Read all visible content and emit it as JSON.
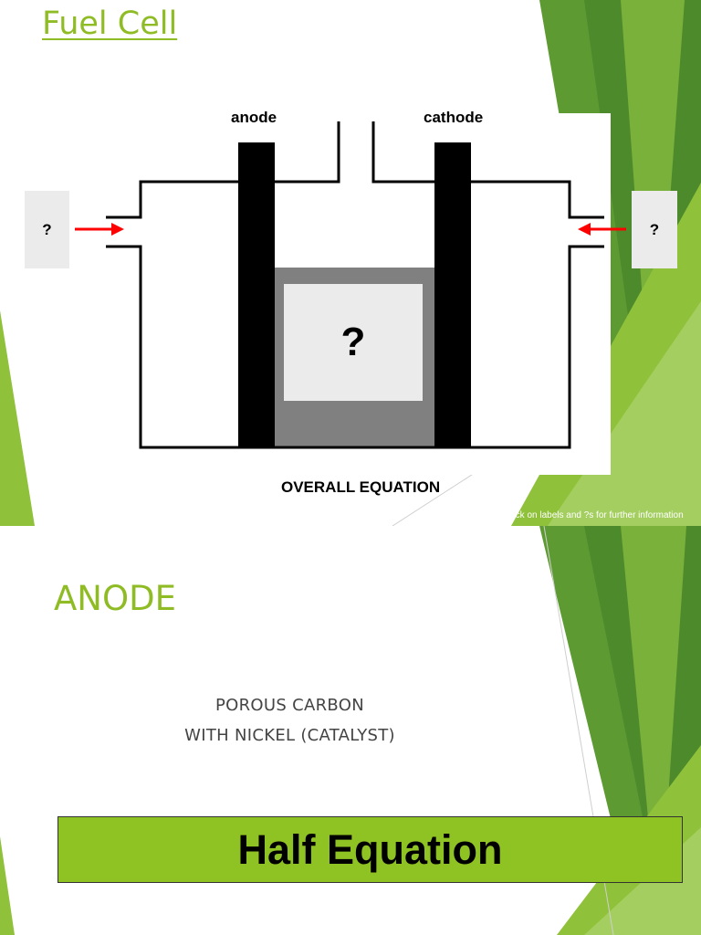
{
  "slide1": {
    "title": "Fuel Cell",
    "labels": {
      "anode": "anode",
      "cathode": "cathode",
      "overall_equation": "OVERALL EQUATION"
    },
    "question_boxes": {
      "left": "?",
      "right": "?",
      "center": "?"
    },
    "hint": "Click on labels and ?s for further information",
    "colors": {
      "accent": "#8fbc25",
      "arrow": "#ff0000",
      "electrolyte": "#808080"
    }
  },
  "slide2": {
    "title": "ANODE",
    "lines": [
      "POROUS CARBON",
      "WITH NICKEL (CATALYST)"
    ],
    "button": "Half Equation",
    "colors": {
      "accent": "#8fbc25",
      "button_bg": "#8fc223"
    }
  }
}
